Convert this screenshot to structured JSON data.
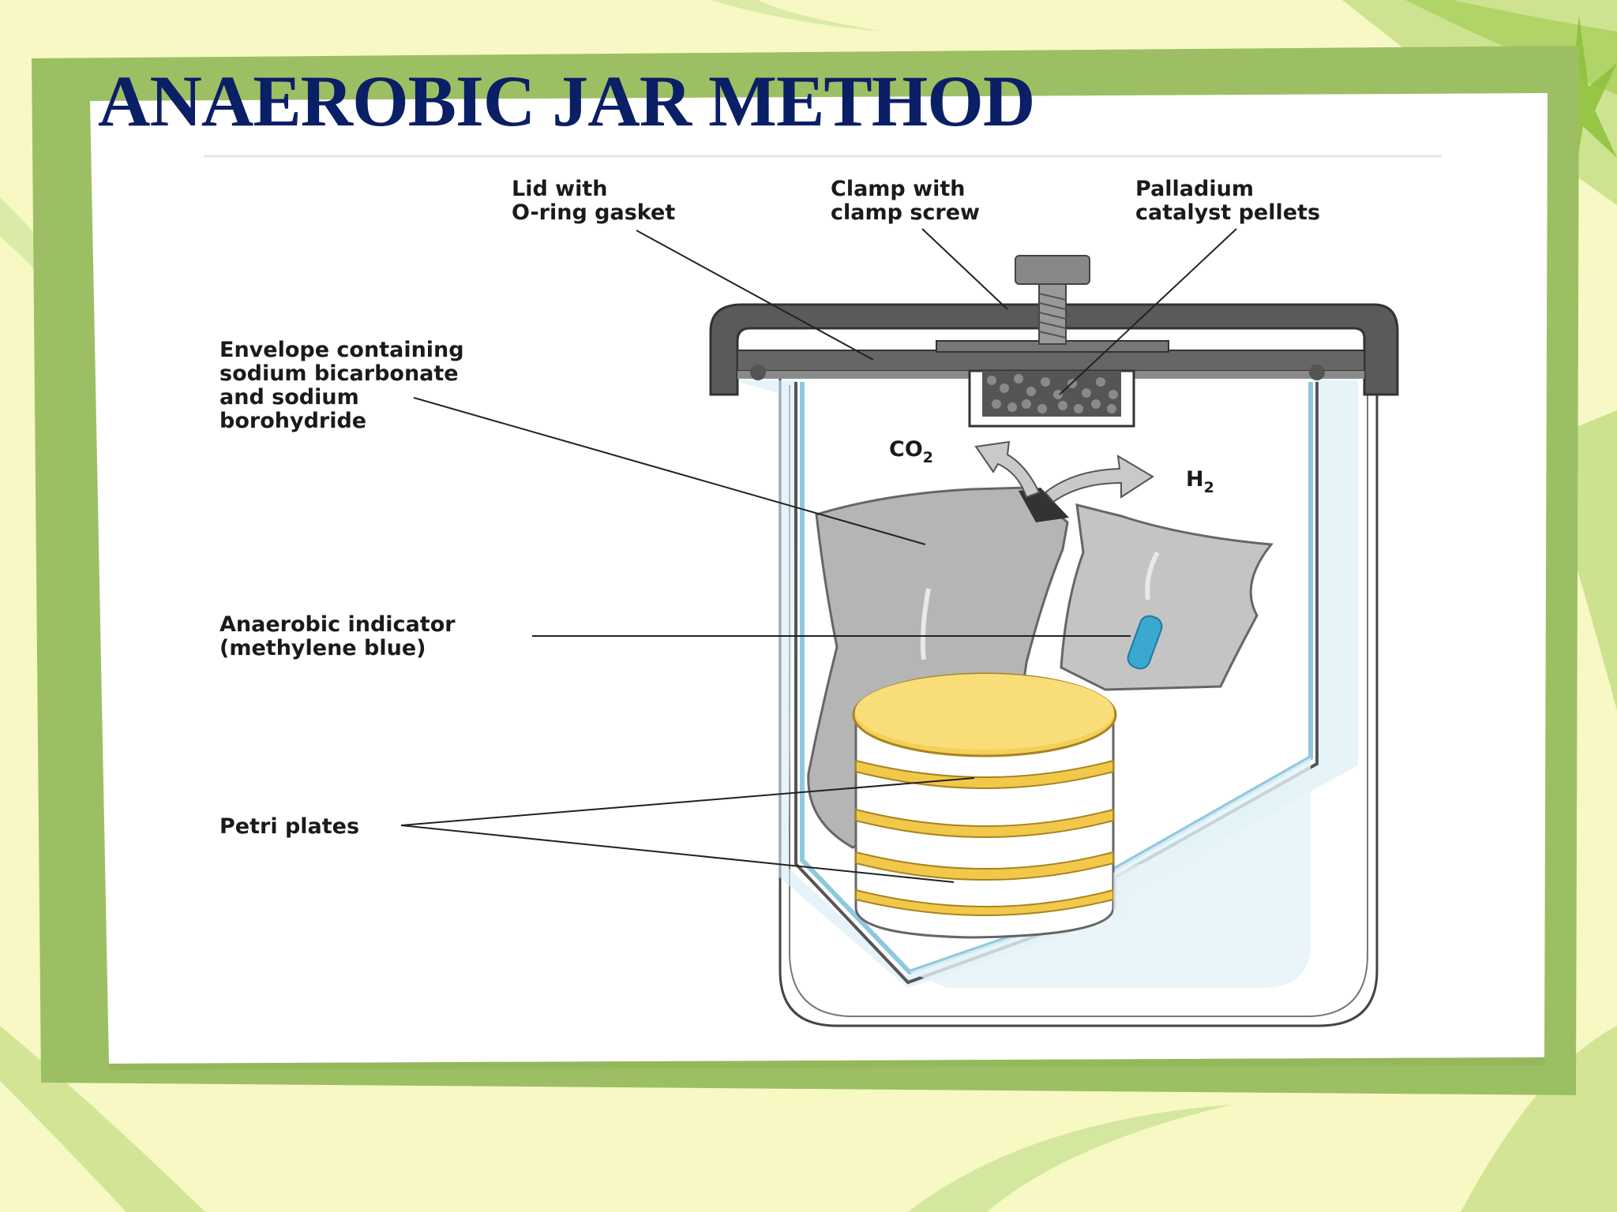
{
  "slide": {
    "title": "ANAEROBIC JAR METHOD"
  },
  "diagram": {
    "labels": {
      "lid_1": "Lid with",
      "lid_2": "O-ring gasket",
      "clamp_1": "Clamp with",
      "clamp_2": "clamp screw",
      "palladium_1": "Palladium",
      "palladium_2": "catalyst pellets",
      "envelope_1": "Envelope containing",
      "envelope_2": "sodium bicarbonate",
      "envelope_3": "and sodium",
      "envelope_4": "borohydride",
      "indicator_1": "Anaerobic indicator",
      "indicator_2": "(methylene blue)",
      "petri": "Petri plates",
      "co2_base": "CO",
      "co2_sub": "2",
      "h2_base": "H",
      "h2_sub": "2"
    }
  },
  "colors": {
    "title": "#0a1f66",
    "background": "#f7f8c4",
    "frame_green": "#9dbf64",
    "indicator_blue": "#3aa8d0",
    "plate_yellow": "#f2c84b"
  }
}
